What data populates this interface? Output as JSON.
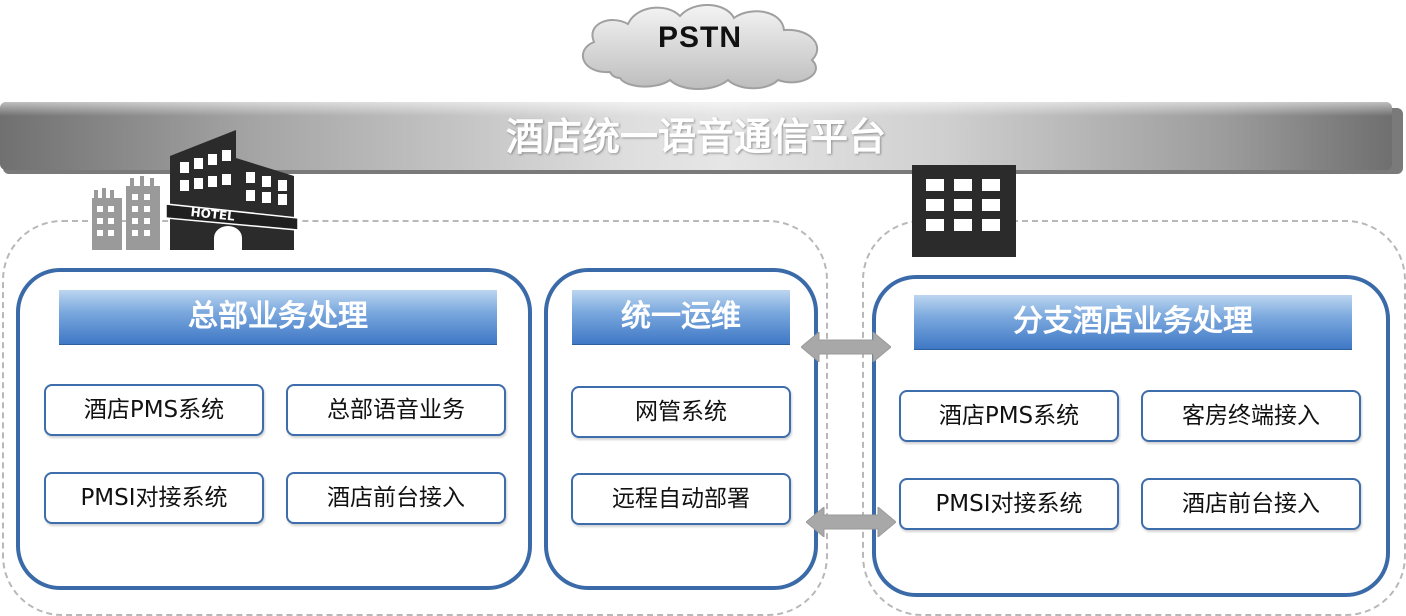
{
  "pstn_label": "PSTN",
  "platform_title": "酒店统一语音通信平台",
  "hotel_sign": "HOTEL",
  "headquarters": {
    "title": "总部业务处理",
    "items": [
      "酒店PMS系统",
      "总部语音业务",
      "PMSI对接系统",
      "酒店前台接入"
    ]
  },
  "operations": {
    "title": "统一运维",
    "items": [
      "网管系统",
      "远程自动部署"
    ]
  },
  "branch": {
    "title": "分支酒店业务处理",
    "items": [
      "酒店PMS系统",
      "客房终端接入",
      "PMSI对接系统",
      "酒店前台接入"
    ]
  },
  "colors": {
    "panel_border": "#3a6aa8",
    "header_top": "#bcd6f0",
    "header_bottom": "#3f78c6",
    "arrow": "#a8a8a8",
    "icon": "#2b2b2b"
  },
  "icons": [
    "cloud-icon",
    "hotel-building-icon",
    "office-building-icon",
    "double-arrow-icon"
  ]
}
